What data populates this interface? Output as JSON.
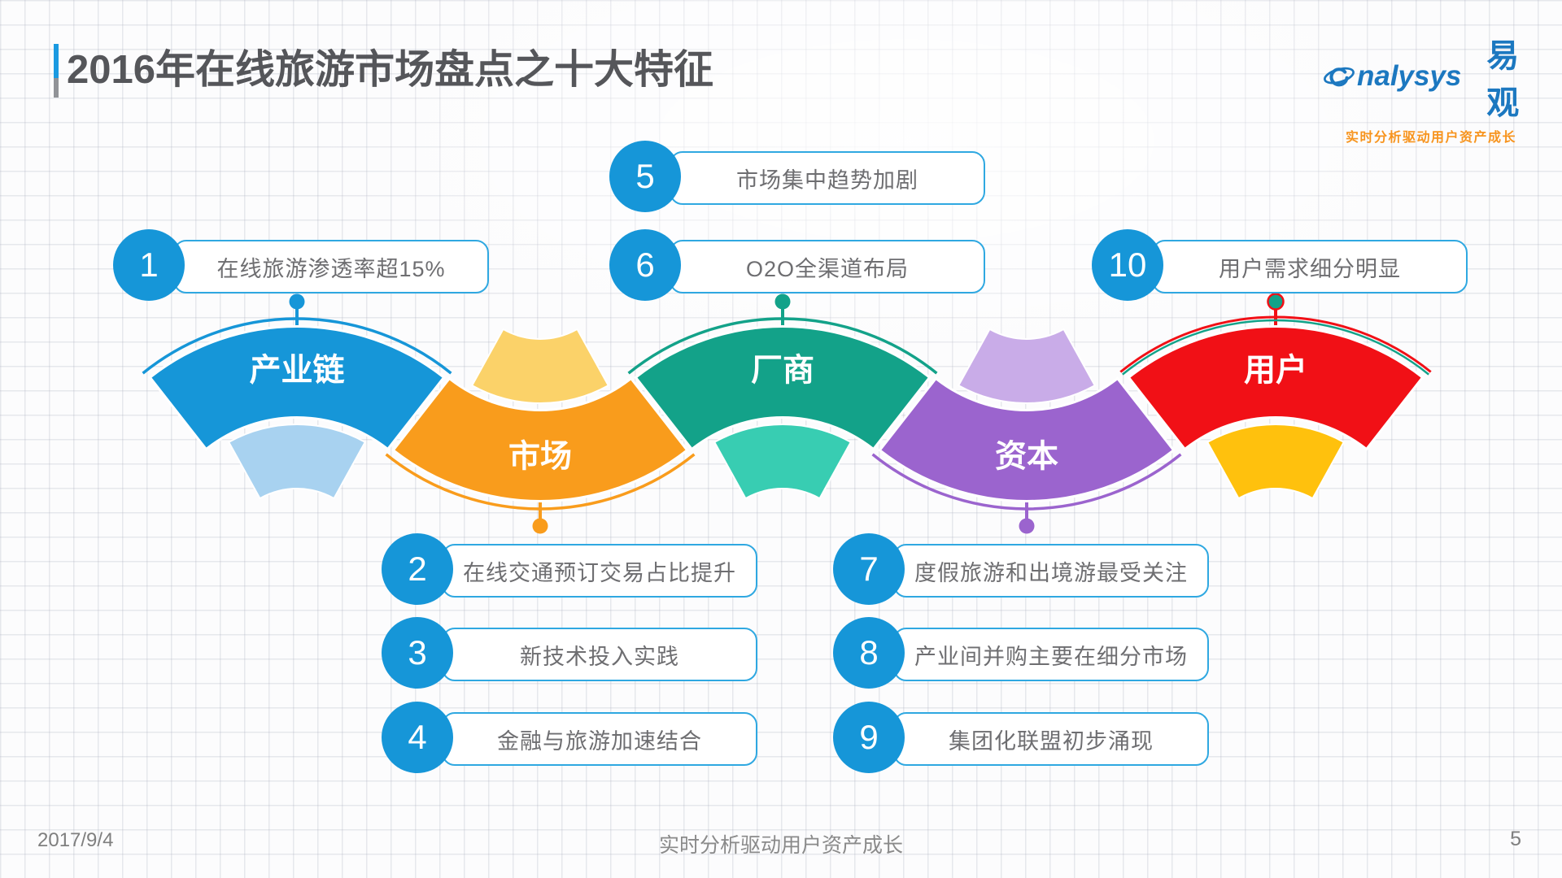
{
  "header": {
    "title": "2016年在线旅游市场盘点之十大特征"
  },
  "logo": {
    "brand_en": "nalysys",
    "brand_cn": "易观",
    "tagline": "实时分析驱动用户资产成长",
    "brand_color": "#1c78c0",
    "tagline_color": "#f7941e"
  },
  "fans": [
    {
      "label": "产业链",
      "direction": "up",
      "main_color": "#1696d8",
      "accent_color": "#a8d2f0"
    },
    {
      "label": "市场",
      "direction": "down",
      "main_color": "#f99c1c",
      "accent_color": "#fbd269"
    },
    {
      "label": "厂商",
      "direction": "up",
      "main_color": "#13a289",
      "accent_color": "#38cdb2"
    },
    {
      "label": "资本",
      "direction": "down",
      "main_color": "#9b64ce",
      "accent_color": "#c9ace8"
    },
    {
      "label": "用户",
      "direction": "up",
      "main_color": "#f11016",
      "accent_color": "#ffc10d",
      "dot_color": "#13a289",
      "dot_ring": "#f11016"
    }
  ],
  "callouts": [
    {
      "num": "1",
      "label": "在线旅游渗透率超15%"
    },
    {
      "num": "2",
      "label": "在线交通预订交易占比提升"
    },
    {
      "num": "3",
      "label": "新技术投入实践"
    },
    {
      "num": "4",
      "label": "金融与旅游加速结合"
    },
    {
      "num": "5",
      "label": "市场集中趋势加剧"
    },
    {
      "num": "6",
      "label": "O2O全渠道布局"
    },
    {
      "num": "7",
      "label": "度假旅游和出境游最受关注"
    },
    {
      "num": "8",
      "label": "产业间并购主要在细分市场"
    },
    {
      "num": "9",
      "label": "集团化联盟初步涌现"
    },
    {
      "num": "10",
      "label": "用户需求细分明显"
    }
  ],
  "footer": {
    "date": "2017/9/4",
    "slogan": "实时分析驱动用户资产成长",
    "page": "5"
  },
  "colors": {
    "pill_circle": "#1696d8",
    "pill_border": "#2fa8e1",
    "title_text": "#55565a",
    "title_bar_blue": "#1b9ae1",
    "title_bar_gray": "#919397",
    "footer_text": "#7f7f7f"
  }
}
